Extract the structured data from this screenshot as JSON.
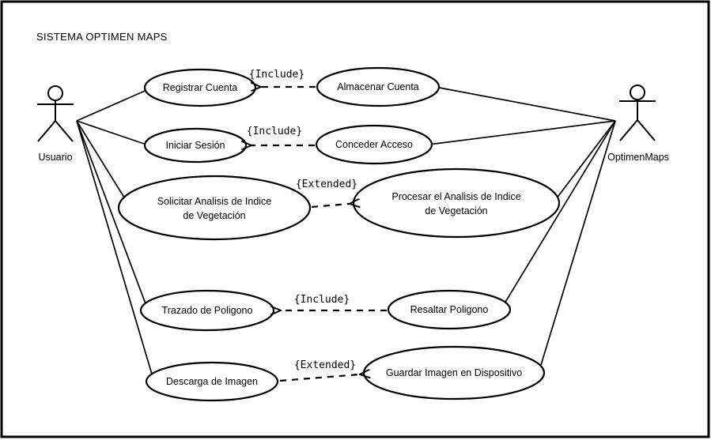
{
  "title": "SISTEMA OPTIMEN MAPS",
  "actors": {
    "user": "Usuario",
    "system": "OptimenMaps"
  },
  "use_cases": {
    "registrar_cuenta": "Registrar Cuenta",
    "almacenar_cuenta": "Almacenar Cuenta",
    "iniciar_sesion": "Iniciar Sesión",
    "conceder_acceso": "Conceder Acceso",
    "solicitar_analisis_line1": "Solicitar Analisis de Indice",
    "solicitar_analisis_line2": "de Vegetación",
    "procesar_analisis_line1": "Procesar el Analisis de Indice",
    "procesar_analisis_line2": "de Vegetación",
    "trazado_poligono": "Trazado de Poligono",
    "resaltar_poligono": "Resaltar Poligono",
    "descarga_imagen": "Descarga de Imagen",
    "guardar_imagen": "Guardar Imagen en Dispositivo"
  },
  "stereotypes": {
    "include": "{Include}",
    "extended": "{Extended}"
  },
  "colors": {
    "stroke": "#000000",
    "background": "#ffffff"
  }
}
